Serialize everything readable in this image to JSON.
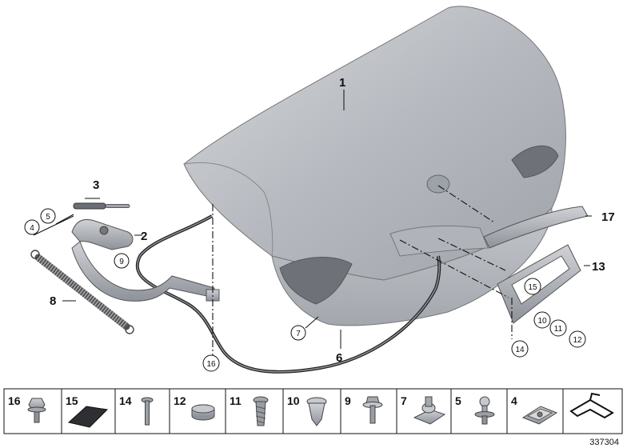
{
  "callouts": [
    {
      "id": "1",
      "text": "1"
    },
    {
      "id": "2",
      "text": "2"
    },
    {
      "id": "3",
      "text": "3"
    },
    {
      "id": "4",
      "text": "4"
    },
    {
      "id": "5",
      "text": "5"
    },
    {
      "id": "6",
      "text": "6"
    },
    {
      "id": "7",
      "text": "7"
    },
    {
      "id": "8",
      "text": "8"
    },
    {
      "id": "9",
      "text": "9"
    },
    {
      "id": "10",
      "text": "10"
    },
    {
      "id": "11",
      "text": "11"
    },
    {
      "id": "12",
      "text": "12"
    },
    {
      "id": "13",
      "text": "13"
    },
    {
      "id": "14",
      "text": "14"
    },
    {
      "id": "15",
      "text": "15"
    },
    {
      "id": "16",
      "text": "16"
    },
    {
      "id": "17",
      "text": "17"
    }
  ],
  "parts_strip": [
    "16",
    "15",
    "14",
    "12",
    "11",
    "10",
    "9",
    "7",
    "5",
    "4"
  ],
  "reference_number": "337304",
  "colors": {
    "part_fill": "#b9bcc2",
    "part_dark": "#8e9299",
    "line": "#111111",
    "background": "#ffffff"
  }
}
